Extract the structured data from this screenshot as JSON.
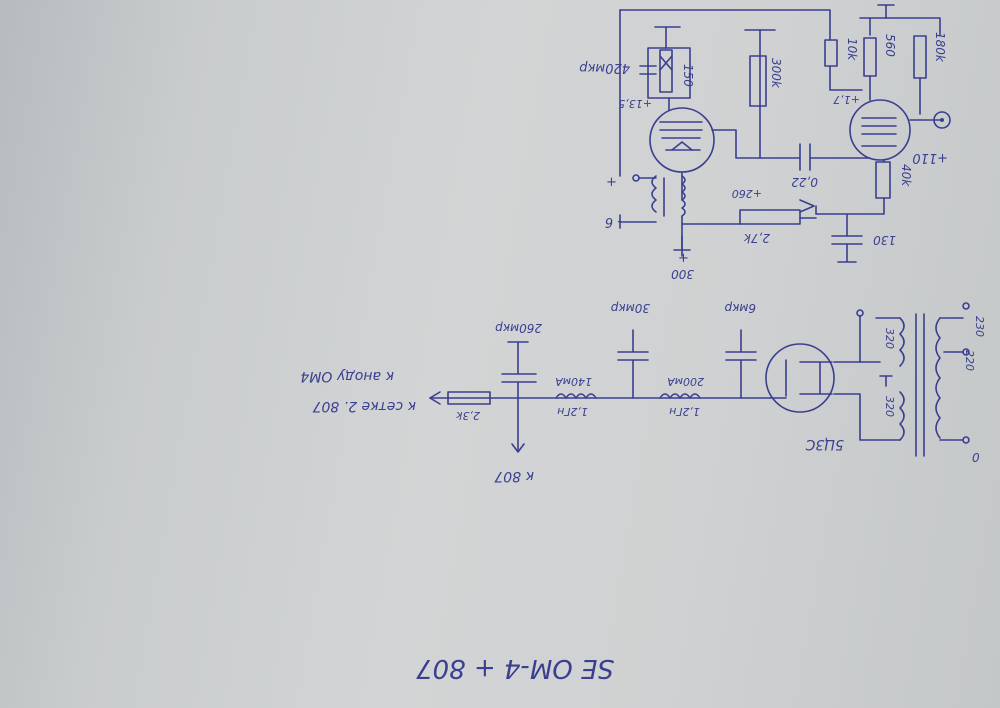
{
  "title": "SE ОМ-4 + 807",
  "labels": {
    "c420": "420мкр",
    "r150": "150",
    "v135": "+13,5",
    "r300k": "300k",
    "r10k": "10k",
    "r560": "560",
    "r180k": "180k",
    "v17": "+1,7",
    "v110": "+110",
    "c022": "0,22",
    "r40k": "40k",
    "v260": "+260",
    "r27k": "2,7k",
    "r130": "130",
    "v300": "300",
    "plus": "+",
    "minus": "- 6",
    "c260": "260мкр",
    "c30": "30мкр",
    "c6": "6мкр",
    "i140": "140мА",
    "l12a": "1,2Гн",
    "i200": "200мА",
    "l12b": "1,2Гн",
    "r23k": "2,3k",
    "to807": "к 807",
    "toG2": "к сетке 2. 807",
    "toAnode": "к аноду ОМ4",
    "tube5": "5Ц3С",
    "w320a": "320",
    "w320b": "320",
    "w230": "230",
    "w220": "220",
    "w0": "0"
  },
  "colors": {
    "ink": "#3a3f8f",
    "paper": "#cfd1d2"
  }
}
